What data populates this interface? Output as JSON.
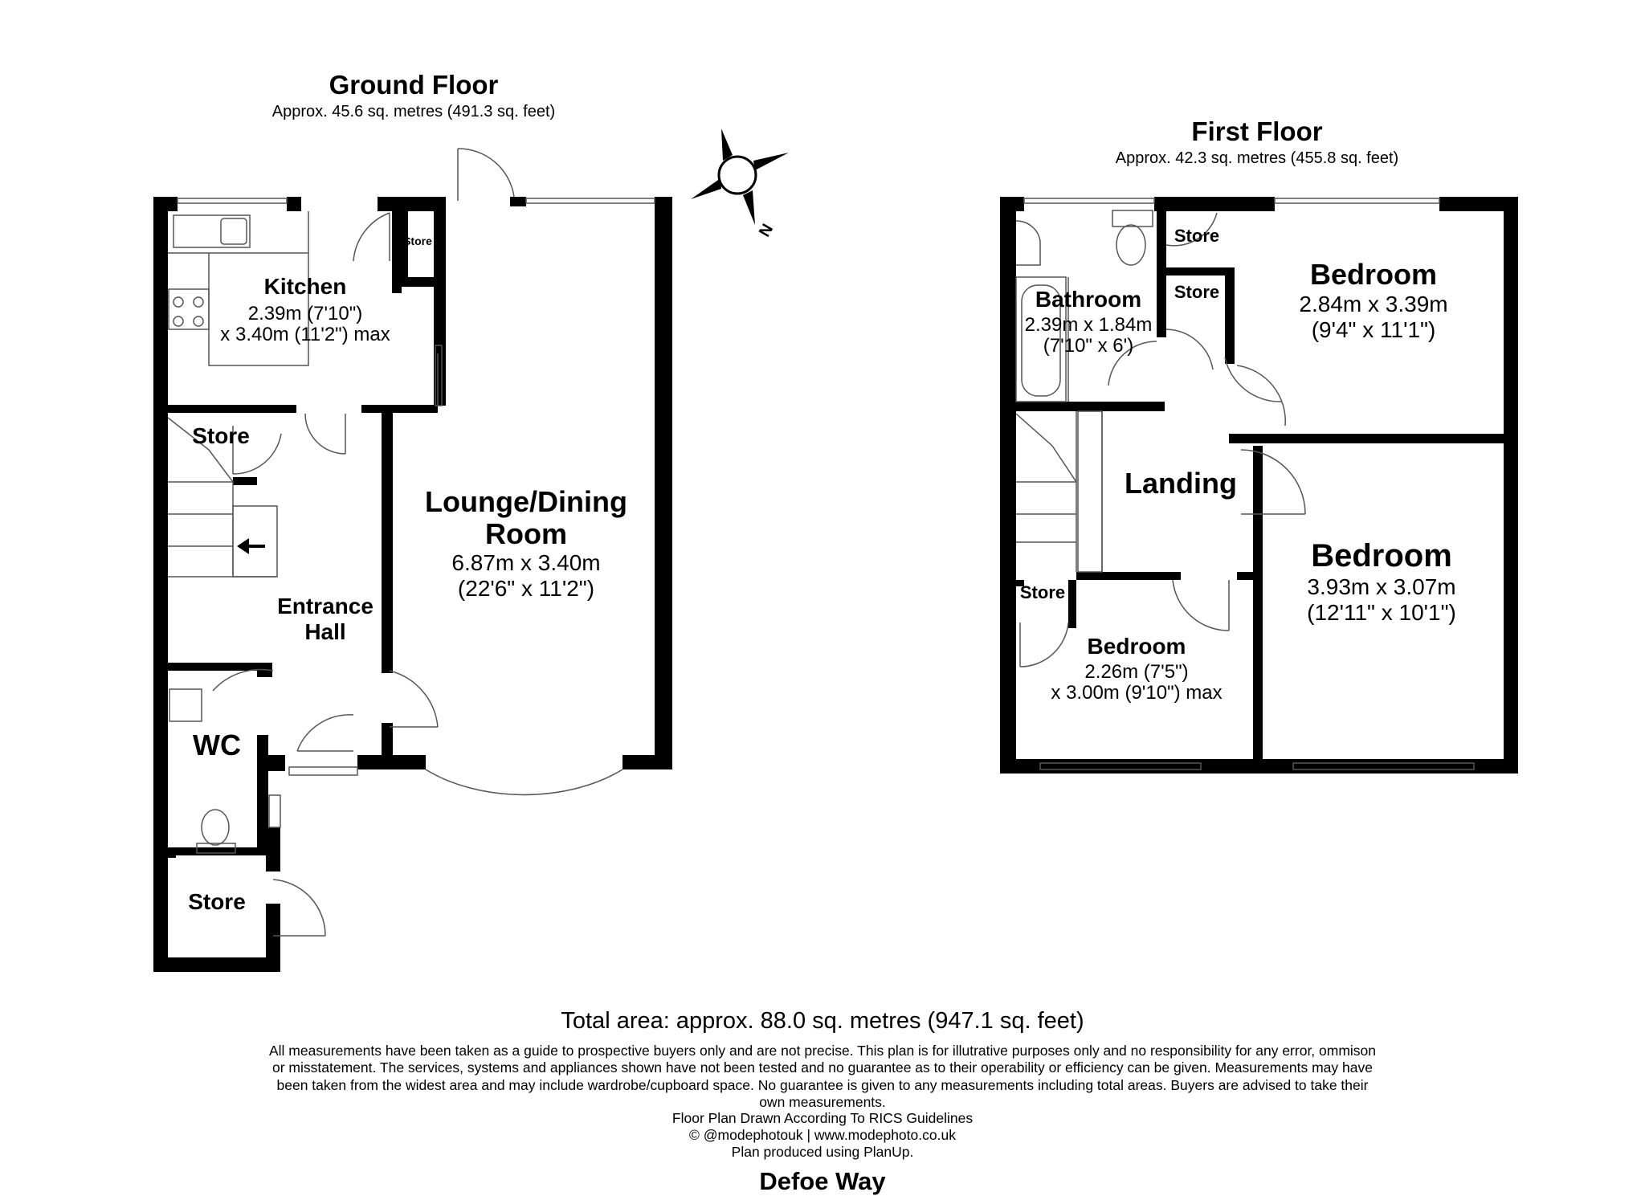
{
  "ground_floor": {
    "title": "Ground Floor",
    "area": "Approx. 45.6 sq. metres (491.3 sq. feet)",
    "rooms": {
      "kitchen": {
        "name": "Kitchen",
        "dim1": "2.39m (7'10\")",
        "dim2": "x 3.40m (11'2\") max"
      },
      "kitchen_store": {
        "name": "Store"
      },
      "store_upper": {
        "name": "Store"
      },
      "entrance_hall": {
        "line1": "Entrance",
        "line2": "Hall"
      },
      "lounge": {
        "line1": "Lounge/Dining",
        "line2": "Room",
        "dim1": "6.87m x 3.40m",
        "dim2": "(22'6\" x 11'2\")"
      },
      "wc": {
        "name": "WC"
      },
      "store_lower": {
        "name": "Store"
      }
    }
  },
  "first_floor": {
    "title": "First Floor",
    "area": "Approx. 42.3 sq. metres (455.8 sq. feet)",
    "rooms": {
      "bathroom": {
        "name": "Bathroom",
        "dim1": "2.39m x 1.84m",
        "dim2": "(7'10\" x 6')"
      },
      "store_top": {
        "name": "Store"
      },
      "store_mid": {
        "name": "Store"
      },
      "bedroom_right_top": {
        "name": "Bedroom",
        "dim1": "2.84m x 3.39m",
        "dim2": "(9'4\" x 11'1\")"
      },
      "landing": {
        "name": "Landing"
      },
      "bedroom_right_bottom": {
        "name": "Bedroom",
        "dim1": "3.93m x 3.07m",
        "dim2": "(12'11\" x 10'1\")"
      },
      "store_bed3": {
        "name": "Store"
      },
      "bedroom_small": {
        "name": "Bedroom",
        "dim1": "2.26m (7'5\")",
        "dim2": "x 3.00m (9'10\") max"
      }
    }
  },
  "compass": {
    "label": "N"
  },
  "total_area": "Total area: approx. 88.0 sq. metres (947.1 sq. feet)",
  "disclaimer": "All measurements have been taken as a guide to prospective buyers only and are not precise. This plan is for illutrative purposes only and no responsibility for any error, ommison or misstatement. The services, systems and appliances shown have not been tested and no guarantee as to their operability or efficiency can be given. Measurements may have been taken from the widest area and may include wardrobe/cupboard space. No guarantee is given to any measurements including total areas. Buyers are advised to take their own measurements.",
  "guidelines": "Floor Plan Drawn According To RICS Guidelines",
  "credits": "© @modephotouk | www.modephoto.co.uk",
  "software": "Plan produced using PlanUp.",
  "address": "Defoe Way",
  "colors": {
    "wall": "#000000",
    "background": "#ffffff",
    "thin_line": "#555555"
  }
}
